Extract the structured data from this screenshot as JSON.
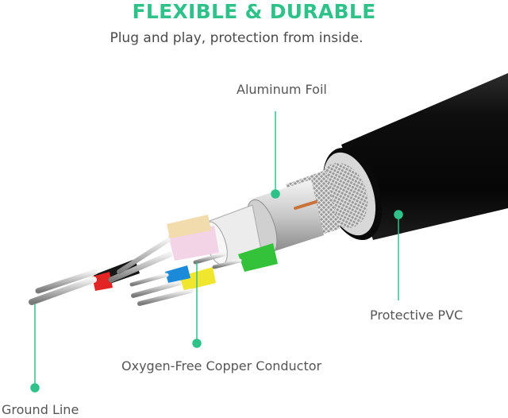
{
  "header": {
    "title": "FLEXIBLE & DURABLE",
    "subtitle": "Plug and play, protection from inside."
  },
  "callouts": {
    "aluminum_foil": "Aluminum Foil",
    "protective_pvc": "Protective PVC",
    "copper_conductor": "Oxygen-Free Copper Conductor",
    "ground_line": "Ground Line"
  },
  "colors": {
    "accent": "#2ec28a",
    "jacket": "#111111"
  }
}
